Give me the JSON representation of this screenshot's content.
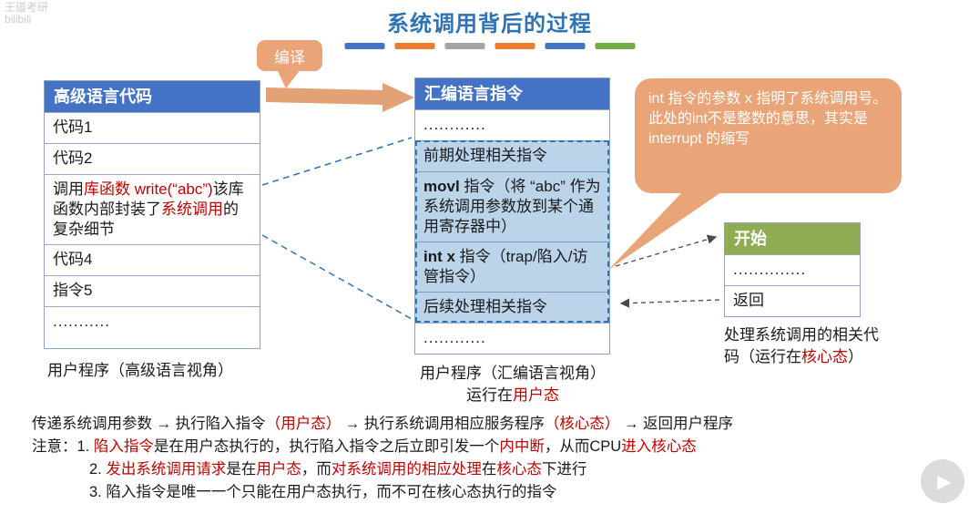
{
  "colors": {
    "title_blue": "#2E74B5",
    "header_blue": "#4472C4",
    "highlight_blue": "#BCD4EA",
    "callout_orange": "#E9A478",
    "kernel_green": "#8FAC52",
    "red_text": "#C00000"
  },
  "watermark": {
    "line1": "王道考研",
    "line2": "bilibili"
  },
  "title": "系统调用背后的过程",
  "decor_bars": [
    "#4472C4",
    "#ED7D31",
    "#A5A5A5",
    "#ED7D31",
    "#4472C4",
    "#70AD47"
  ],
  "compile_callout": "编译",
  "left_table": {
    "header": "高级语言代码",
    "rows": {
      "r1": [
        {
          "t": "代码1"
        }
      ],
      "r2": [
        {
          "t": "代码2"
        }
      ],
      "r3": [
        {
          "t": "调用"
        },
        {
          "t": "库函数",
          "c": "r"
        },
        {
          "t": " write(“abc”)",
          "c": "r"
        },
        {
          "t": "该库函数内部封装了"
        },
        {
          "t": "系统调用",
          "c": "r"
        },
        {
          "t": "的复杂细节"
        }
      ],
      "r4": [
        {
          "t": "代码4"
        }
      ],
      "r5": [
        {
          "t": "指令5"
        }
      ],
      "r6": [
        {
          "t": "..........."
        }
      ]
    },
    "caption": "用户程序（高级语言视角）"
  },
  "asm_table": {
    "header": "汇编语言指令",
    "dots_top": "............",
    "hl_rows": {
      "pre": [
        {
          "t": "前期处理相关指令"
        }
      ],
      "movl": [
        {
          "t": "movl",
          "b": true
        },
        {
          "t": " 指令（将 “abc” 作为系统调用参数放到某个通用寄存器中）"
        }
      ],
      "intx": [
        {
          "t": "int x",
          "b": true
        },
        {
          "t": " 指令（trap/陷入/访管指令）"
        }
      ],
      "post": [
        {
          "t": "后续处理相关指令"
        }
      ]
    },
    "dots_bottom": "............",
    "caption1": "用户程序（汇编语言视角）",
    "caption2": [
      {
        "t": "运行在"
      },
      {
        "t": "用户态",
        "c": "r"
      }
    ]
  },
  "kernel_table": {
    "header": "开始",
    "dots": "..............",
    "return_row": "返回",
    "caption": [
      {
        "t": "处理系统调用的相关代码（运行在"
      },
      {
        "t": "核心态",
        "c": "r"
      },
      {
        "t": "）"
      }
    ]
  },
  "bubble": {
    "text": "int 指令的参数 x 指明了系统调用号。此处的int不是整数的意思，其实是 interrupt 的缩写"
  },
  "notes": {
    "line1": [
      {
        "t": "传递系统调用参数 "
      },
      {
        "t": "→",
        "b": true
      },
      {
        "t": " 执行陷入指令"
      },
      {
        "t": "（用户态）",
        "c": "r"
      },
      {
        "t": " "
      },
      {
        "t": "→",
        "b": true
      },
      {
        "t": " 执行系统调用相应服务程序"
      },
      {
        "t": "（核心态）",
        "c": "r"
      },
      {
        "t": " "
      },
      {
        "t": "→",
        "b": true
      },
      {
        "t": " 返回用户程序"
      }
    ],
    "line2": [
      {
        "t": "注意：1. "
      },
      {
        "t": "陷入指令",
        "c": "r"
      },
      {
        "t": "是在用户态执行的，执行陷入指令之后立即引发一个"
      },
      {
        "t": "内中断",
        "c": "r"
      },
      {
        "t": "，从而CPU"
      },
      {
        "t": "进入核心态",
        "c": "r"
      }
    ],
    "line3": [
      {
        "t": "2. "
      },
      {
        "t": "发出系统调用请求",
        "c": "r"
      },
      {
        "t": "是在"
      },
      {
        "t": "用户态",
        "c": "r"
      },
      {
        "t": "，而"
      },
      {
        "t": "对系统调用的相应处理",
        "c": "r"
      },
      {
        "t": "在"
      },
      {
        "t": "核心态",
        "c": "r"
      },
      {
        "t": "下进行"
      }
    ],
    "line4": [
      {
        "t": "3. 陷入指令是唯一一个只能在用户态执行，而不可在核心态执行的指令"
      }
    ]
  },
  "player": {
    "play_icon": "▶"
  }
}
